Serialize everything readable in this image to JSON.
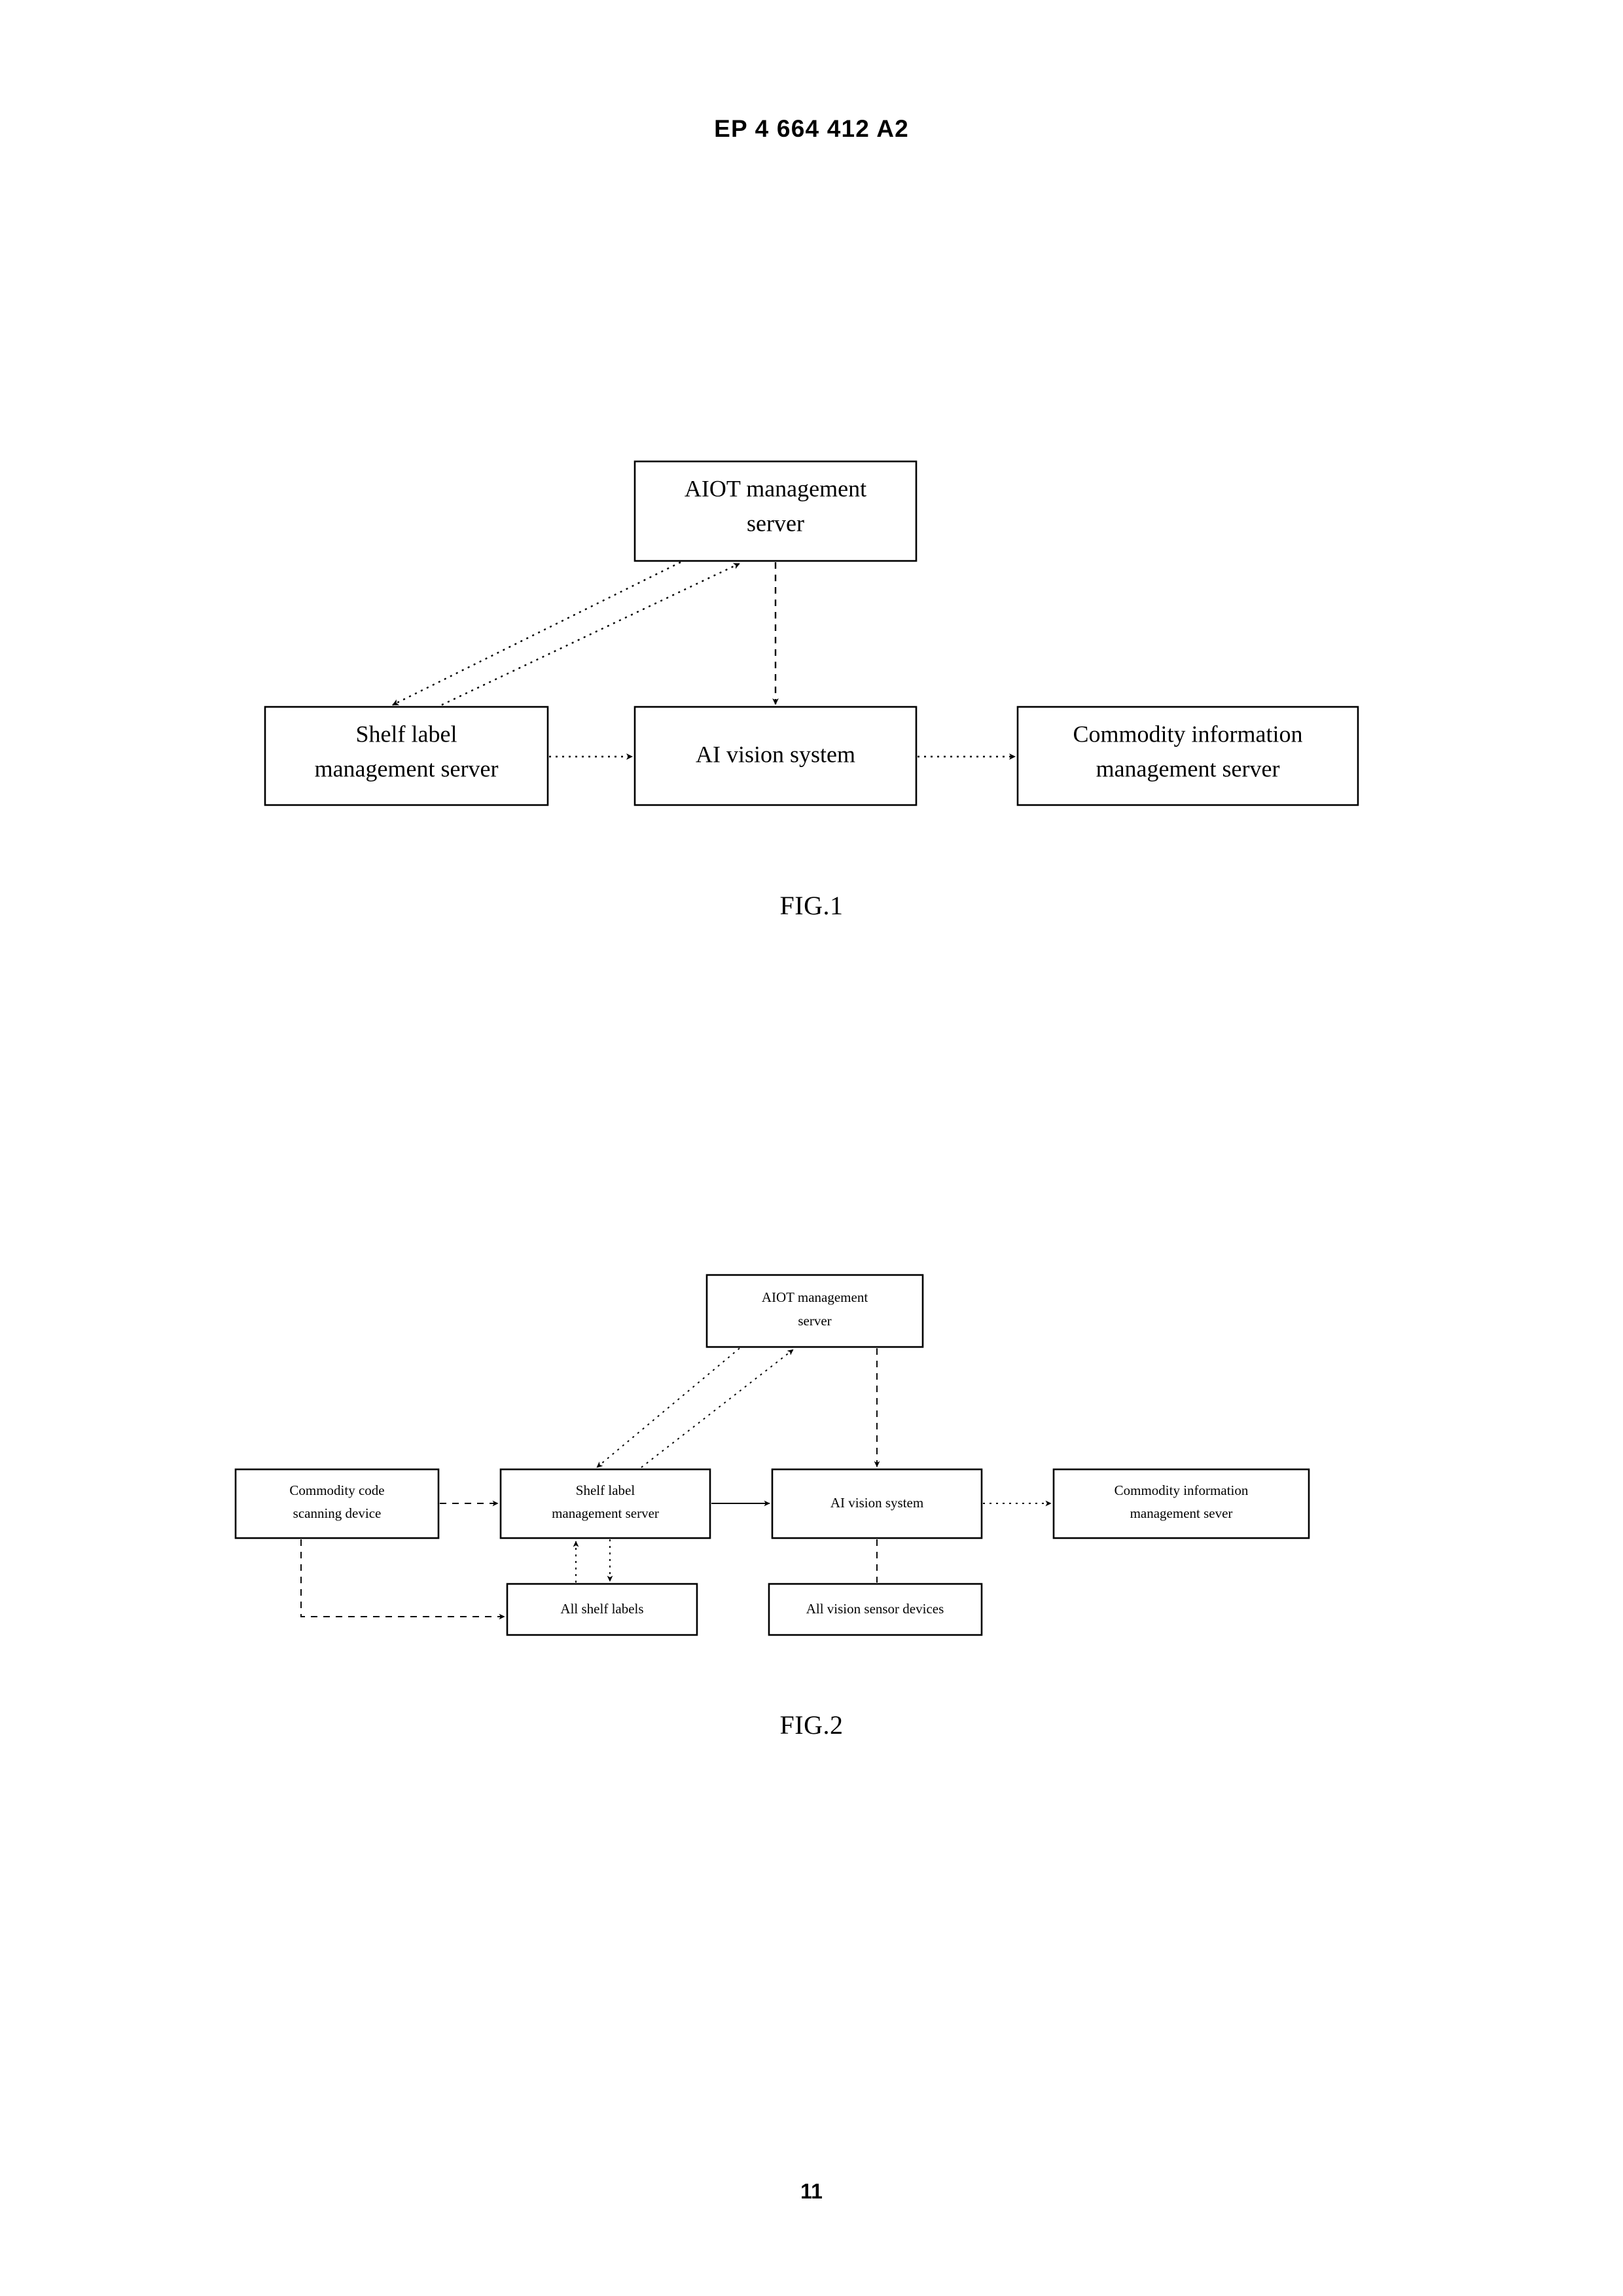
{
  "document": {
    "header": "EP 4 664 412 A2",
    "page_number": "11"
  },
  "figures": [
    {
      "id": "fig-1",
      "caption": "FIG.1",
      "nodes": {
        "aiot": "AIOT management\nserver",
        "aiot_line1": "AIOT management",
        "aiot_line2": "server",
        "shelf": "Shelf label\nmanagement server",
        "shelf_line1": "Shelf label",
        "shelf_line2": "management server",
        "vision": "AI vision system",
        "commodity_line1": "Commodity information",
        "commodity_line2": "management server"
      },
      "connections": [
        {
          "from": "aiot",
          "to": "shelf",
          "style": "dotted",
          "direction": "forward"
        },
        {
          "from": "shelf",
          "to": "aiot",
          "style": "dotted",
          "direction": "forward"
        },
        {
          "from": "aiot",
          "to": "vision",
          "style": "dashed",
          "direction": "forward"
        },
        {
          "from": "shelf",
          "to": "vision",
          "style": "dotted",
          "direction": "forward"
        },
        {
          "from": "vision",
          "to": "commodity",
          "style": "dotted",
          "direction": "forward"
        }
      ]
    },
    {
      "id": "fig-2",
      "caption": "FIG.2",
      "nodes": {
        "aiot_line1": "AIOT management",
        "aiot_line2": "server",
        "scanner_line1": "Commodity code",
        "scanner_line2": "scanning device",
        "shelf_line1": "Shelf label",
        "shelf_line2": "management server",
        "vision": "AI vision system",
        "commodity_line1": "Commodity information",
        "commodity_line2": "management sever",
        "all_labels": "All shelf labels",
        "all_sensors": "All vision sensor devices"
      },
      "connections": [
        {
          "from": "aiot",
          "to": "shelf",
          "style": "dotted",
          "direction": "forward"
        },
        {
          "from": "shelf",
          "to": "aiot",
          "style": "dotted",
          "direction": "forward"
        },
        {
          "from": "aiot",
          "to": "vision",
          "style": "dashed",
          "direction": "forward"
        },
        {
          "from": "scanner",
          "to": "shelf",
          "style": "dashed",
          "direction": "forward"
        },
        {
          "from": "shelf",
          "to": "vision",
          "style": "solid",
          "direction": "forward"
        },
        {
          "from": "vision",
          "to": "commodity",
          "style": "dotted",
          "direction": "forward"
        },
        {
          "from": "all_labels",
          "to": "shelf",
          "style": "dotted",
          "direction": "forward"
        },
        {
          "from": "shelf",
          "to": "all_labels",
          "style": "dotted",
          "direction": "forward"
        },
        {
          "from": "vision",
          "to": "all_sensors",
          "style": "dashed",
          "direction": "none"
        },
        {
          "from": "scanner",
          "to": "all_labels",
          "style": "dashed",
          "direction": "forward"
        }
      ]
    }
  ]
}
